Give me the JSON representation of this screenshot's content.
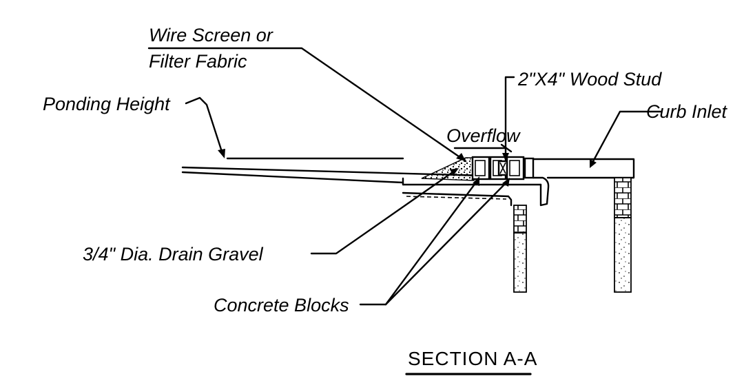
{
  "labels": {
    "wire_screen_line1": "Wire Screen or",
    "wire_screen_line2": "Filter Fabric",
    "wood_stud": "2\"X4\" Wood Stud",
    "ponding_height": "Ponding Height",
    "curb_inlet": "Curb Inlet",
    "overflow": "Overflow",
    "drain_gravel": "3/4\" Dia. Drain Gravel",
    "concrete_blocks": "Concrete Blocks"
  },
  "title": "SECTION A-A"
}
